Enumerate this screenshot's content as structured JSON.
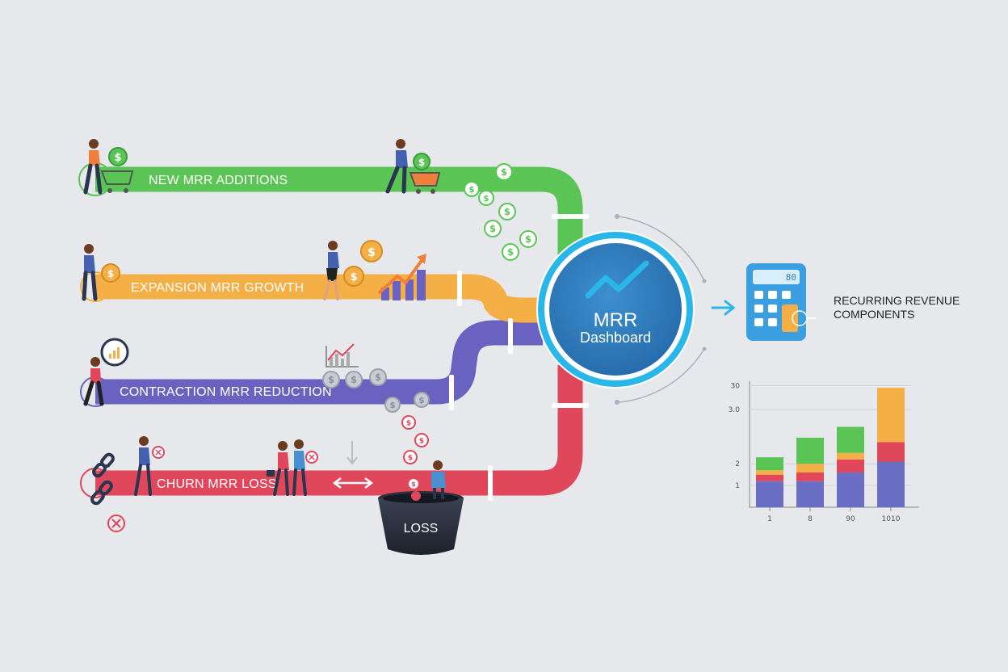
{
  "streams": [
    {
      "label": "NEW MRR ADDITIONS",
      "color": "#5ac554"
    },
    {
      "label": "EXPANSION MRR GROWTH",
      "color": "#f4b047"
    },
    {
      "label": "CONTRACTION MRR REDUCTION",
      "color": "#6a62c0"
    },
    {
      "label": "CHURN MRR LOSS",
      "color": "#e0475a"
    }
  ],
  "hub": {
    "title": "MRR",
    "subtitle": "Dashboard",
    "color": "#2f7fbe",
    "ring_color": "#29b6e8"
  },
  "calculator": {
    "display": "80"
  },
  "components_label": {
    "line1": "RECURRING REVENUE",
    "line2": "COMPONENTS"
  },
  "bucket": {
    "label": "LOSS"
  },
  "chart_data": {
    "type": "bar",
    "stacked": true,
    "categories": [
      "1",
      "8",
      "90",
      "1010"
    ],
    "y_ticks": [
      "1",
      "2",
      "3.0",
      "30"
    ],
    "series": [
      {
        "color": "#6a6fc4",
        "values": [
          1.2,
          1.2,
          1.6,
          2.1
        ]
      },
      {
        "color": "#e0475a",
        "values": [
          0.3,
          0.4,
          0.6,
          0.9
        ]
      },
      {
        "color": "#f4b047",
        "values": [
          0.2,
          0.4,
          0.3,
          2.5
        ]
      },
      {
        "color": "#5ac554",
        "values": [
          0.6,
          1.2,
          1.2,
          0
        ]
      }
    ]
  }
}
